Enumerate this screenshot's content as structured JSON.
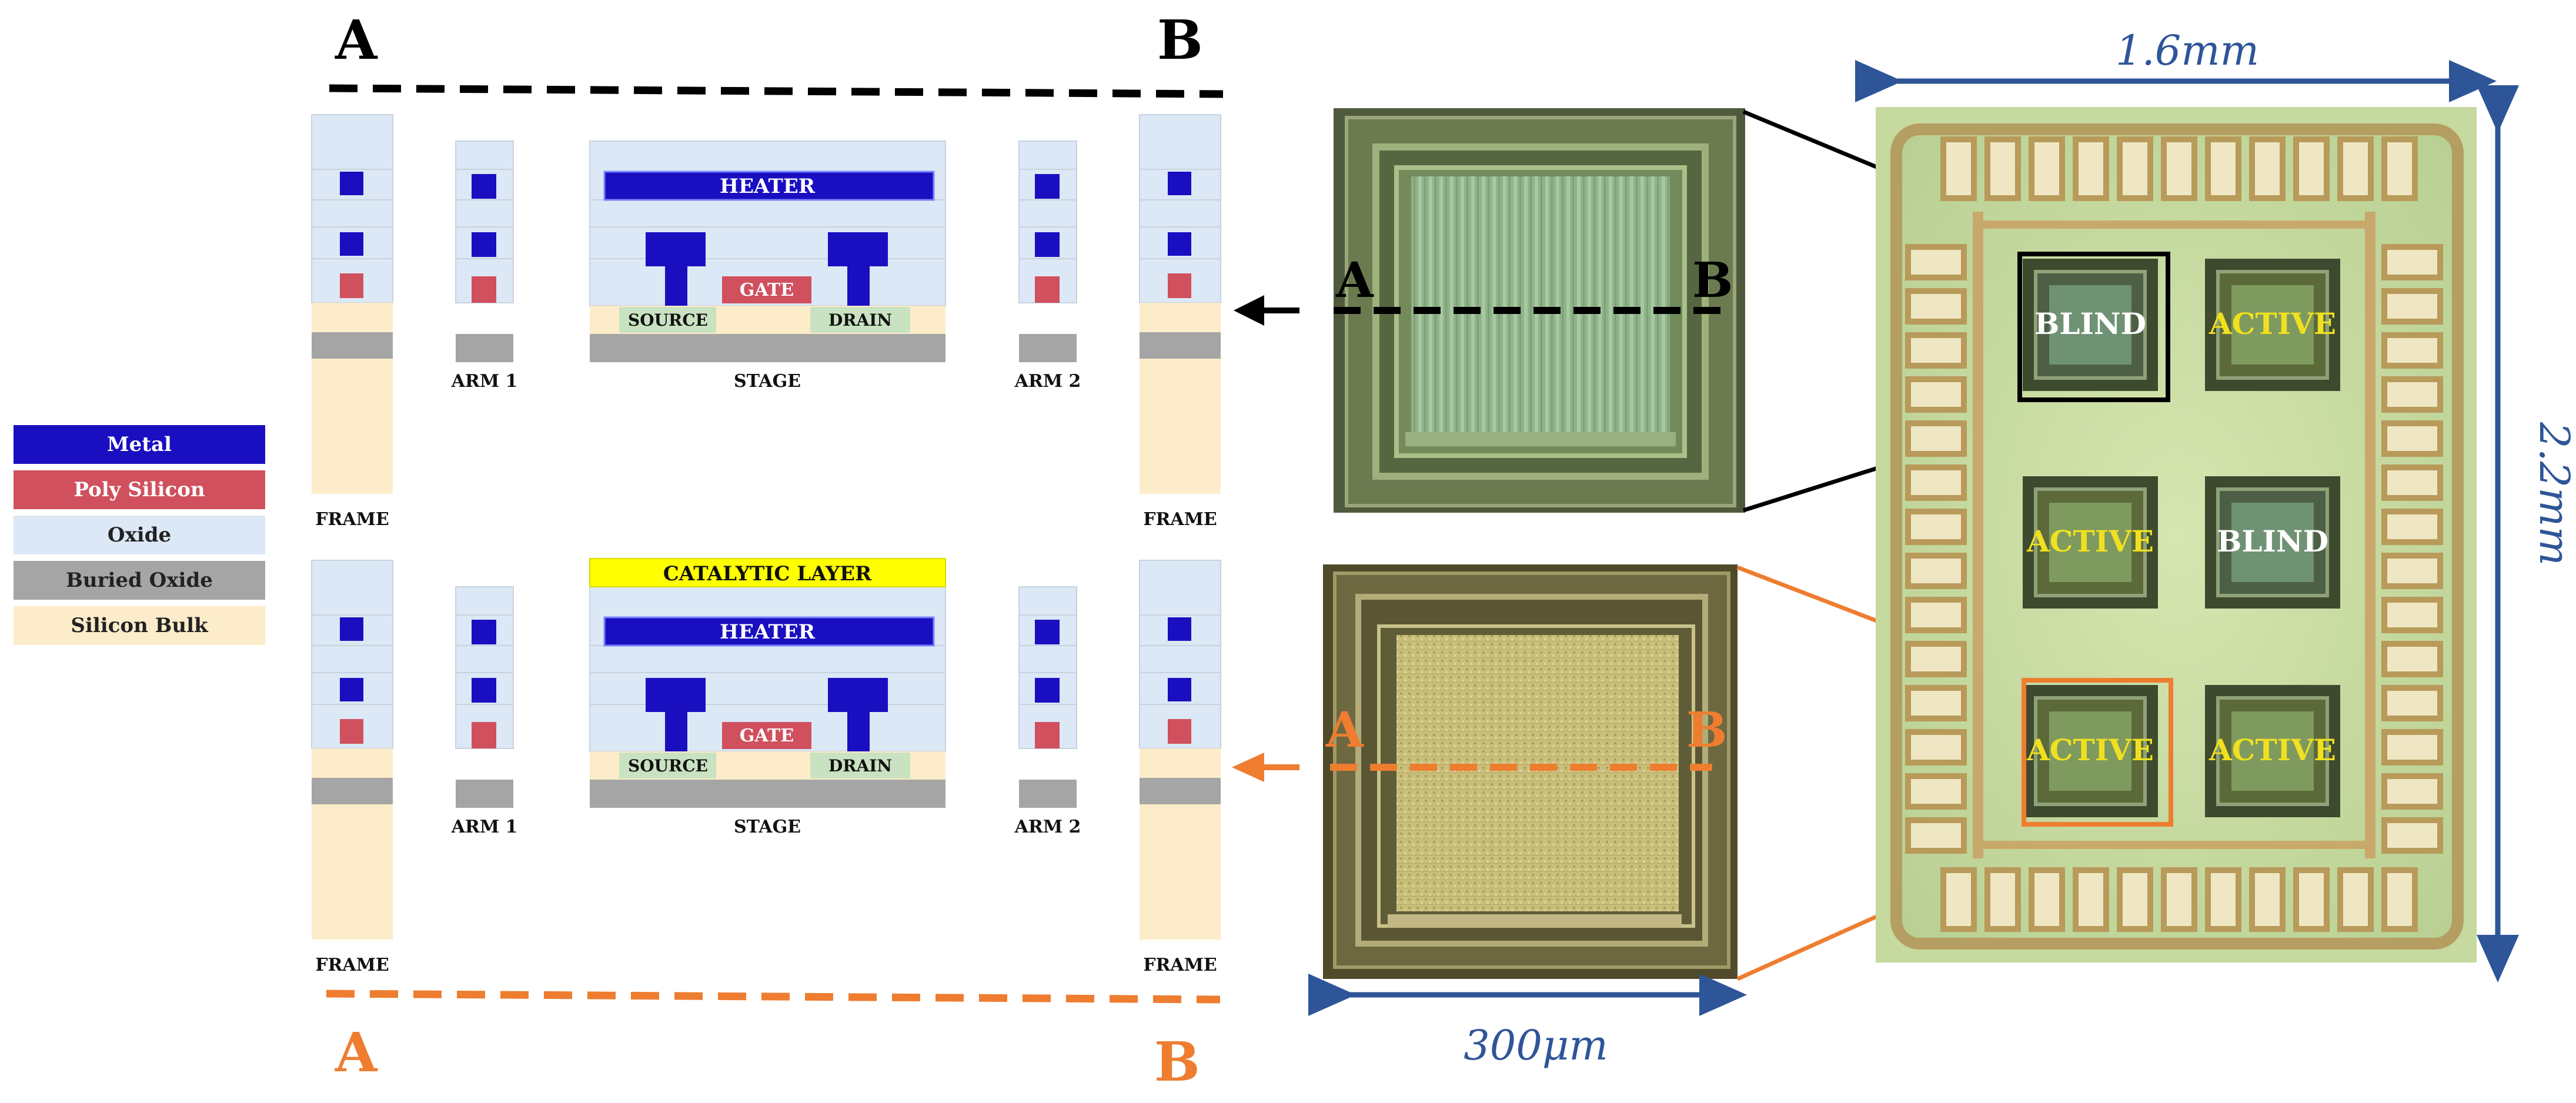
{
  "section_labels": {
    "top": {
      "left": "A",
      "right": "B"
    },
    "bottom": {
      "left": "A",
      "right": "B"
    }
  },
  "legend": [
    {
      "label": "Metal",
      "color": "#1a0fc0",
      "text_color": "#ffffff"
    },
    {
      "label": "Poly Silicon",
      "color": "#d0505e",
      "text_color": "#ffffff"
    },
    {
      "label": "Oxide",
      "color": "#dce8f5",
      "text_color": "#222222"
    },
    {
      "label": "Buried Oxide",
      "color": "#a5a5a5",
      "text_color": "#222222"
    },
    {
      "label": "Silicon Bulk",
      "color": "#fcecc9",
      "text_color": "#222222"
    }
  ],
  "cross_section": {
    "heater": "HEATER",
    "gate": "GATE",
    "source": "SOURCE",
    "drain": "DRAIN",
    "catalytic_layer": "CATALYTIC LAYER",
    "frame": "FRAME",
    "arm1": "ARM 1",
    "arm2": "ARM 2",
    "stage": "STAGE"
  },
  "micrographs": {
    "top_section": {
      "left": "A",
      "right": "B"
    },
    "bottom_section": {
      "left": "A",
      "right": "B"
    },
    "scale": "300μm"
  },
  "chip": {
    "width": "1.6mm",
    "height": "2.2mm",
    "sensors": [
      "BLIND",
      "ACTIVE",
      "ACTIVE",
      "BLIND",
      "ACTIVE",
      "ACTIVE"
    ]
  },
  "colors": {
    "black_section": "#000000",
    "orange_section": "#ee7d30",
    "dimension_blue": "#2e5597",
    "active_label": "#f0e020",
    "blind_label": "#ffffff"
  }
}
